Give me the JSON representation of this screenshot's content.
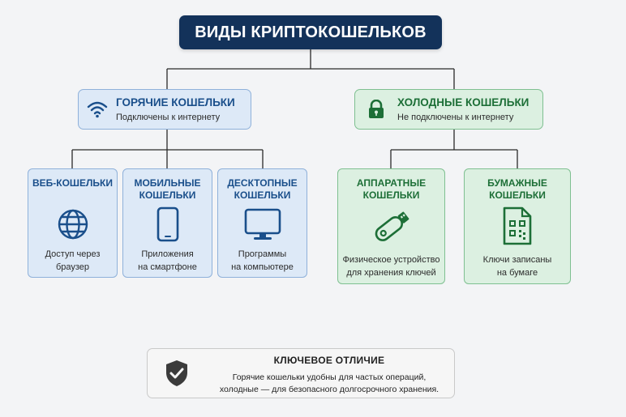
{
  "title": "ВИДЫ КРИПТОКОШЕЛЬКОВ",
  "hot": {
    "title": "ГОРЯЧИЕ КОШЕЛЬКИ",
    "subtitle": "Подключены к интернету",
    "icon": "wifi-icon",
    "color": "#1a4f8b",
    "items": [
      {
        "title_1": "ВЕБ-КОШЕЛЬКИ",
        "title_2": "",
        "desc_1": "Доступ через",
        "desc_2": "браузер",
        "icon": "globe-icon"
      },
      {
        "title_1": "МОБИЛЬНЫЕ",
        "title_2": "КОШЕЛЬКИ",
        "desc_1": "Приложения",
        "desc_2": "на смартфоне",
        "icon": "smartphone-icon"
      },
      {
        "title_1": "ДЕСКТОПНЫЕ",
        "title_2": "КОШЕЛЬКИ",
        "desc_1": "Программы",
        "desc_2": "на компьютере",
        "icon": "monitor-icon"
      }
    ]
  },
  "cold": {
    "title": "ХОЛОДНЫЕ КОШЕЛЬКИ",
    "subtitle": "Не подключены к интернету",
    "icon": "lock-icon",
    "color": "#1d6f37",
    "items": [
      {
        "title_1": "АППАРАТНЫЕ",
        "title_2": "КОШЕЛЬКИ",
        "desc_1": "Физическое устройство",
        "desc_2": "для хранения ключей",
        "icon": "usb-key-icon"
      },
      {
        "title_1": "БУМАЖНЫЕ",
        "title_2": "КОШЕЛЬКИ",
        "desc_1": "Ключи записаны",
        "desc_2": "на бумаге",
        "icon": "qr-document-icon"
      }
    ]
  },
  "key_difference": {
    "title": "КЛЮЧЕВОЕ ОТЛИЧИЕ",
    "line_1": "Горячие кошельки удобны для частых операций,",
    "line_2": "холодные — для безопасного долгосрочного хранения.",
    "icon": "shield-check-icon"
  }
}
